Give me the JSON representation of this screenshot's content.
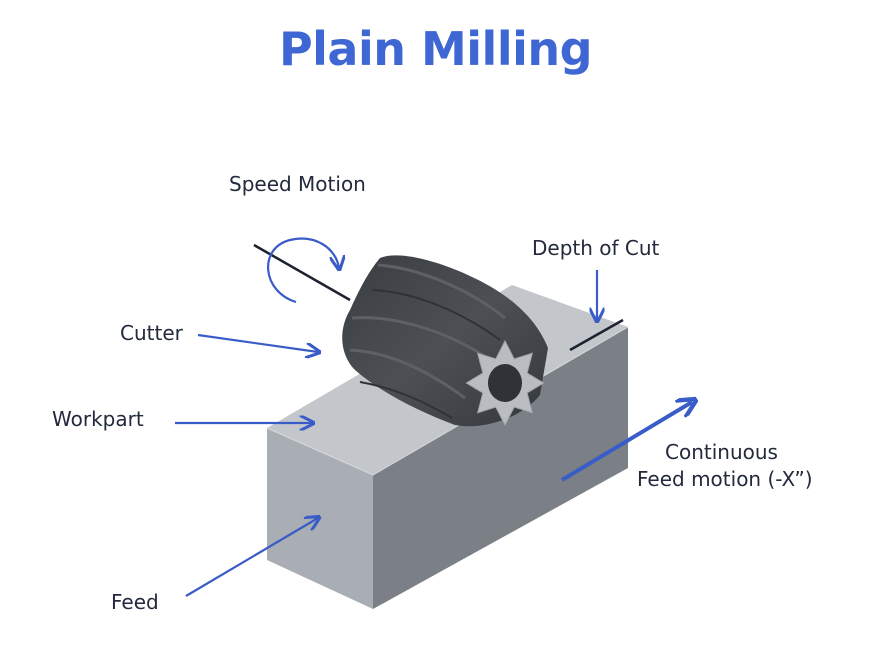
{
  "title": "Plain Milling",
  "labels": {
    "speed_motion": "Speed Motion",
    "depth_of_cut": "Depth of Cut",
    "cutter": "Cutter",
    "workpart": "Workpart",
    "continuous": "Continuous",
    "feed_motion": "Feed motion (-X”)",
    "feed": "Feed"
  },
  "colors": {
    "title": "#3f67d4",
    "arrow": "#3a5cc8",
    "text": "#222a3c",
    "block_top": "#c3c7cc",
    "block_front": "#a9adb4",
    "block_side": "#7b7f86",
    "cutter_dark": "#43474b",
    "cutter_end": "#b9bdc2"
  }
}
